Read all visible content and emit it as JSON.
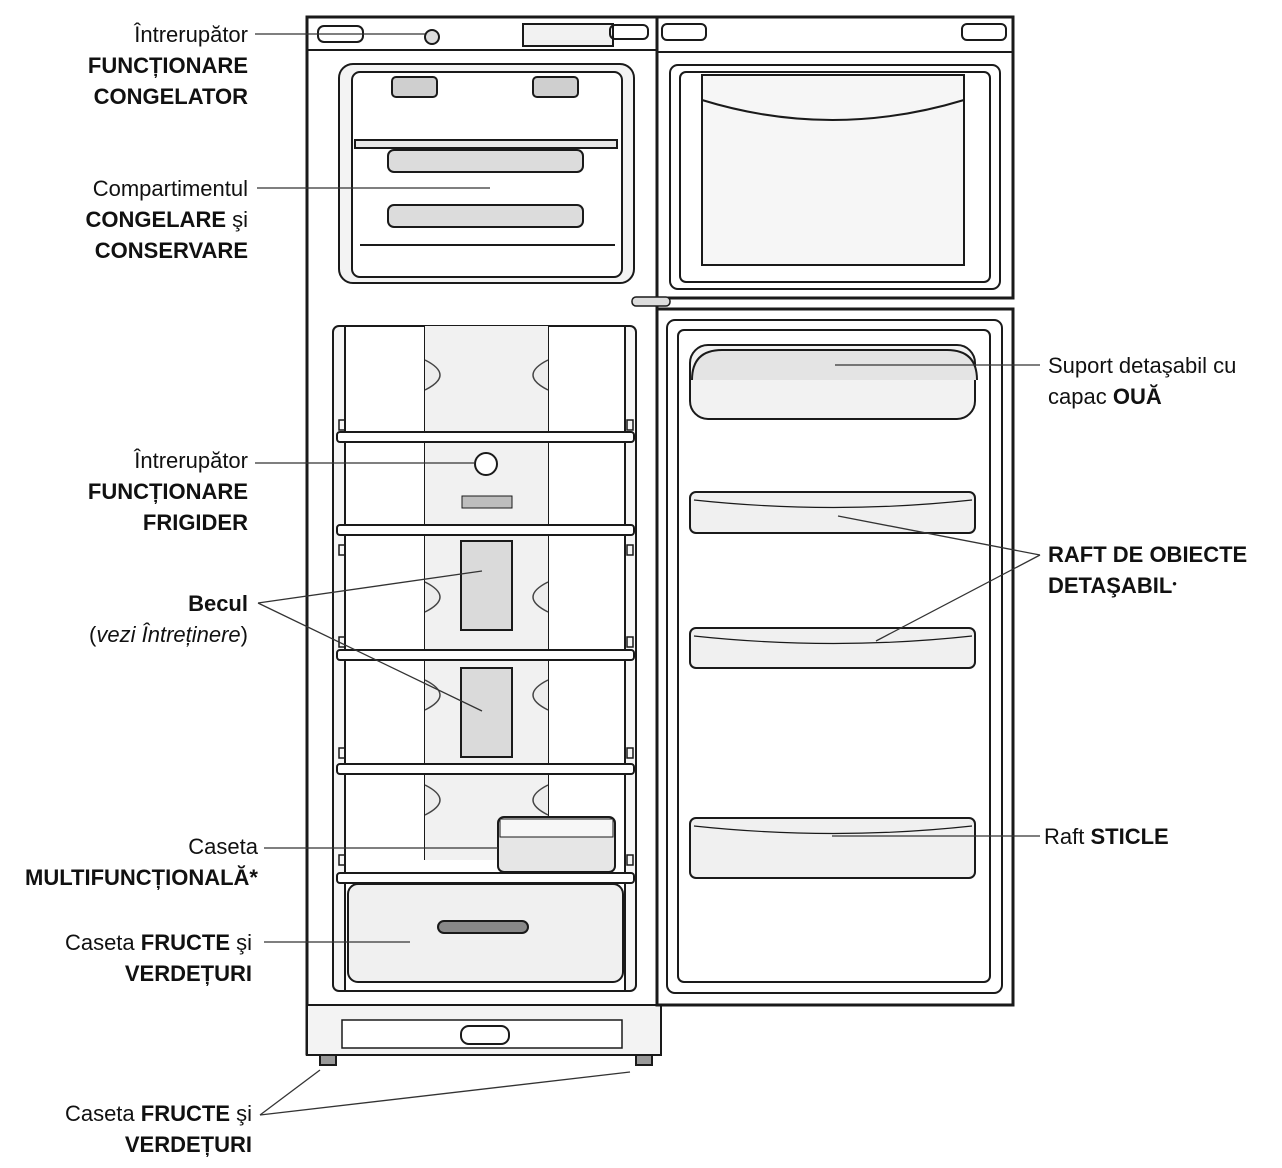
{
  "labels": {
    "freezer_switch": {
      "line1": "Întrerupător",
      "line2": "FUNCȚIONARE",
      "line3": "CONGELATOR"
    },
    "freezer_compartment": {
      "line1": "Compartimentul",
      "line2_bold": "CONGELARE",
      "line2_rest": " şi",
      "line3": "CONSERVARE"
    },
    "fridge_switch": {
      "line1": "Întrerupător",
      "line2": "FUNCȚIONARE",
      "line3": "FRIGIDER"
    },
    "bulb": {
      "line1": "Becul",
      "line2_open": "(",
      "line2_italic": "vezi Întreținere",
      "line2_close": ")"
    },
    "multifunction_box": {
      "line1": "Caseta",
      "line2": "MULTIFUNCȚIONALĂ*"
    },
    "crisper": {
      "line1_plain": "Caseta ",
      "line1_bold": "FRUCTE",
      "line1_rest": " şi",
      "line2": "VERDEȚURI"
    },
    "feet": {
      "line1_plain": "Caseta ",
      "line1_bold": "FRUCTE",
      "line1_rest": " şi",
      "line2": "VERDEȚURI"
    },
    "egg_holder": {
      "line1": "Suport detaşabil cu",
      "line2_plain": "capac ",
      "line2_bold": "OUĂ"
    },
    "door_shelf": {
      "line1": "RAFT DE OBIECTE",
      "line2": "DETAŞABIL",
      "mark": "•"
    },
    "bottle_shelf": {
      "plain": "Raft ",
      "bold": "STICLE"
    }
  },
  "icons": [
    "freezer-switch-knob-icon",
    "fridge-switch-knob-icon",
    "light-bulb-icon",
    "egg-holder-icon"
  ]
}
